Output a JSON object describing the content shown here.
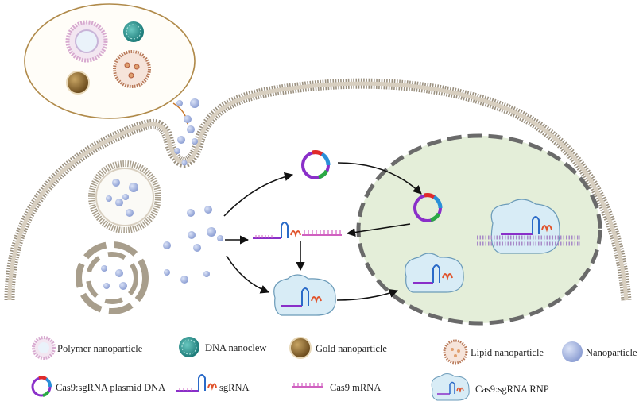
{
  "legend": {
    "polymer_nanoparticle": "Polymer nanoparticle",
    "dna_nanoclew": "DNA nanoclew",
    "gold_nanoparticle": "Gold nanoparticle",
    "lipid_nanoparticle": "Lipid nanoparticle",
    "nanoparticle": "Nanoparticle",
    "plasmid_dna": "Cas9:sgRNA plasmid DNA",
    "sgrna": "sgRNA",
    "cas9_mrna": "Cas9 mRNA",
    "rnp": "Cas9:sgRNA RNP"
  },
  "colors": {
    "membrane": "#a09684",
    "nucleus_fill": "#e4eed9",
    "nucleus_border": "#6a6a6a",
    "nanoparticle": "#a9b8e0",
    "rnp_fill": "#d8ecf6",
    "plasmid_main": "#8a2fc9",
    "plasmid_red": "#e02a2a",
    "plasmid_blue": "#2a8fd8",
    "plasmid_green": "#2aa844",
    "sgrna_red": "#e0522a",
    "mrna": "#d060c0",
    "vesicle_outline": "#b08a4a"
  }
}
